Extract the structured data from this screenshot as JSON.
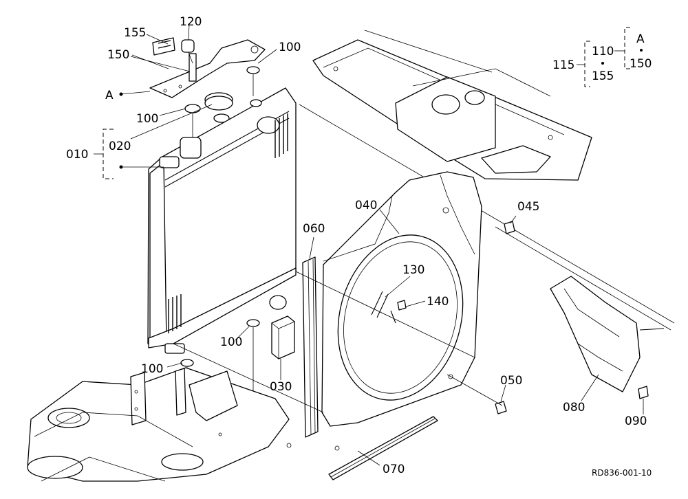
{
  "callouts": {
    "p010": "010",
    "p020": "020",
    "p030": "030",
    "p040": "040",
    "p045": "045",
    "p050": "050",
    "p060": "060",
    "p070": "070",
    "p080": "080",
    "p090": "090",
    "p100a": "100",
    "p100b": "100",
    "p100c": "100",
    "p100d": "100",
    "p115": "115",
    "p110": "110",
    "p120": "120",
    "p130": "130",
    "p140": "140",
    "p150a": "150",
    "p150b": "150",
    "p155a": "155",
    "p155b": "155",
    "refA1": "A",
    "refA2": "A"
  },
  "drawing_code": "RD836-001-10"
}
